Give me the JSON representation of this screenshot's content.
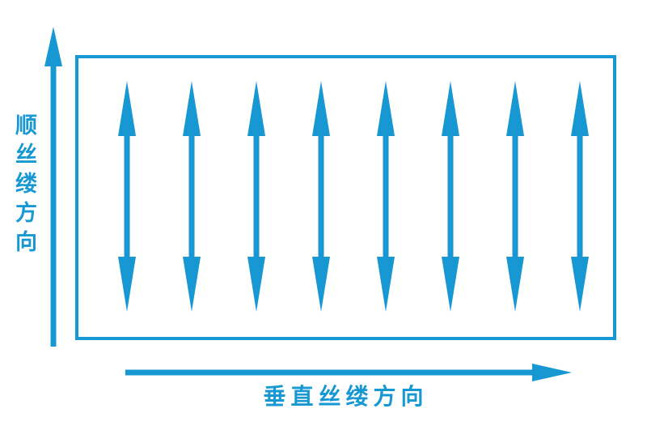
{
  "colors": {
    "accent": "#1898d3",
    "background": "#ffffff"
  },
  "diagram": {
    "vertical_axis": {
      "label": "顺丝缕方向"
    },
    "horizontal_axis": {
      "label": "垂直丝缕方向"
    },
    "double_arrows": {
      "count": 8,
      "direction": "vertical-bidirectional"
    }
  }
}
